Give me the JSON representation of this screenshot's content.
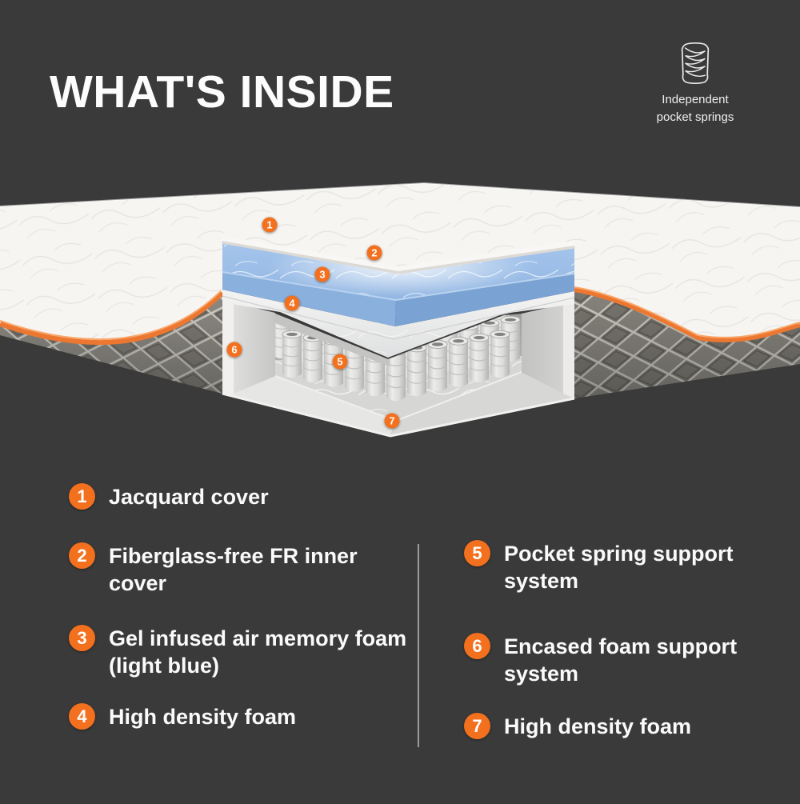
{
  "canvas": {
    "background": "#3a3a3a",
    "accent_orange": "#f3701e",
    "gel_foam_blue": "#8fb2dc"
  },
  "header": {
    "title": "WHAT'S INSIDE"
  },
  "badge": {
    "icon": "pocket-spring-icon",
    "line1": "Independent",
    "line2": "pocket springs"
  },
  "diagram": {
    "callouts": [
      {
        "num": "1"
      },
      {
        "num": "2"
      },
      {
        "num": "3"
      },
      {
        "num": "4"
      },
      {
        "num": "5"
      },
      {
        "num": "6"
      },
      {
        "num": "7"
      }
    ]
  },
  "legend": {
    "left": [
      {
        "num": "1",
        "label": "Jacquard cover"
      },
      {
        "num": "2",
        "label": "Fiberglass-free FR inner cover"
      },
      {
        "num": "3",
        "label": "Gel infused air memory foam (light blue)"
      },
      {
        "num": "4",
        "label": "High density foam"
      }
    ],
    "right": [
      {
        "num": "5",
        "label": "Pocket spring support system"
      },
      {
        "num": "6",
        "label": "Encased foam support system"
      },
      {
        "num": "7",
        "label": "High density foam"
      }
    ]
  }
}
